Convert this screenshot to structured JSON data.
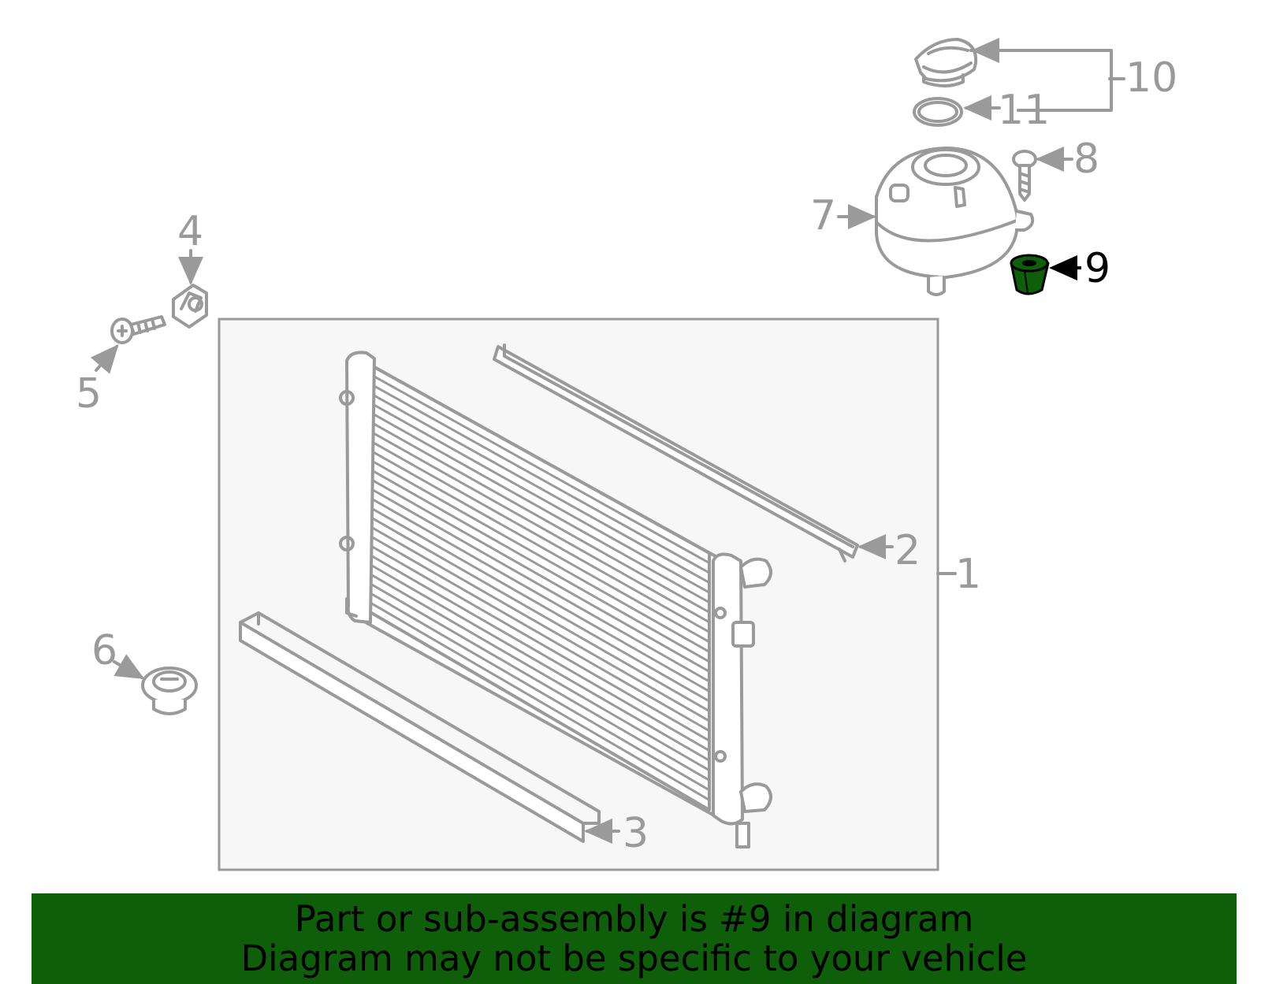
{
  "callouts": {
    "c1": "1",
    "c2": "2",
    "c3": "3",
    "c4": "4",
    "c5": "5",
    "c6": "6",
    "c7": "7",
    "c8": "8",
    "c9": "9",
    "c10": "10",
    "c11": "11"
  },
  "highlight_part": "9",
  "banner": {
    "line1": "Part or sub-assembly is #9 in diagram",
    "line2": "Diagram may not be specific to your vehicle"
  },
  "colors": {
    "line": "#9a9a9a",
    "highlight_fill": "#0e5e0a",
    "banner_bg": "#0e5e0a",
    "panel_bg": "#f7f7f7"
  }
}
